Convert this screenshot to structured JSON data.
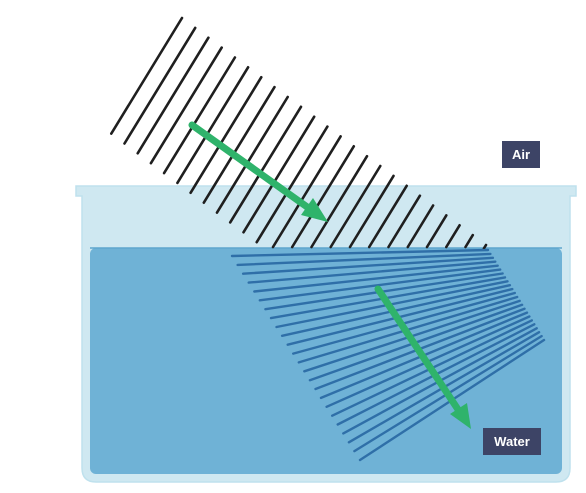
{
  "labels": {
    "air": "Air",
    "water": "Water"
  },
  "colors": {
    "glass": "#cfe8f1",
    "glass_edge": "#bfe1ed",
    "water": "#6fb2d6",
    "water_edge": "#5ea6cd",
    "air_wavefront": "#1f1f1f",
    "water_wavefront": "#2f6fa8",
    "arrow": "#2fb36b",
    "label_bg": "#3d4466",
    "label_text": "#ffffff"
  },
  "wavefronts": {
    "air_count": 24,
    "water_count": 24
  }
}
